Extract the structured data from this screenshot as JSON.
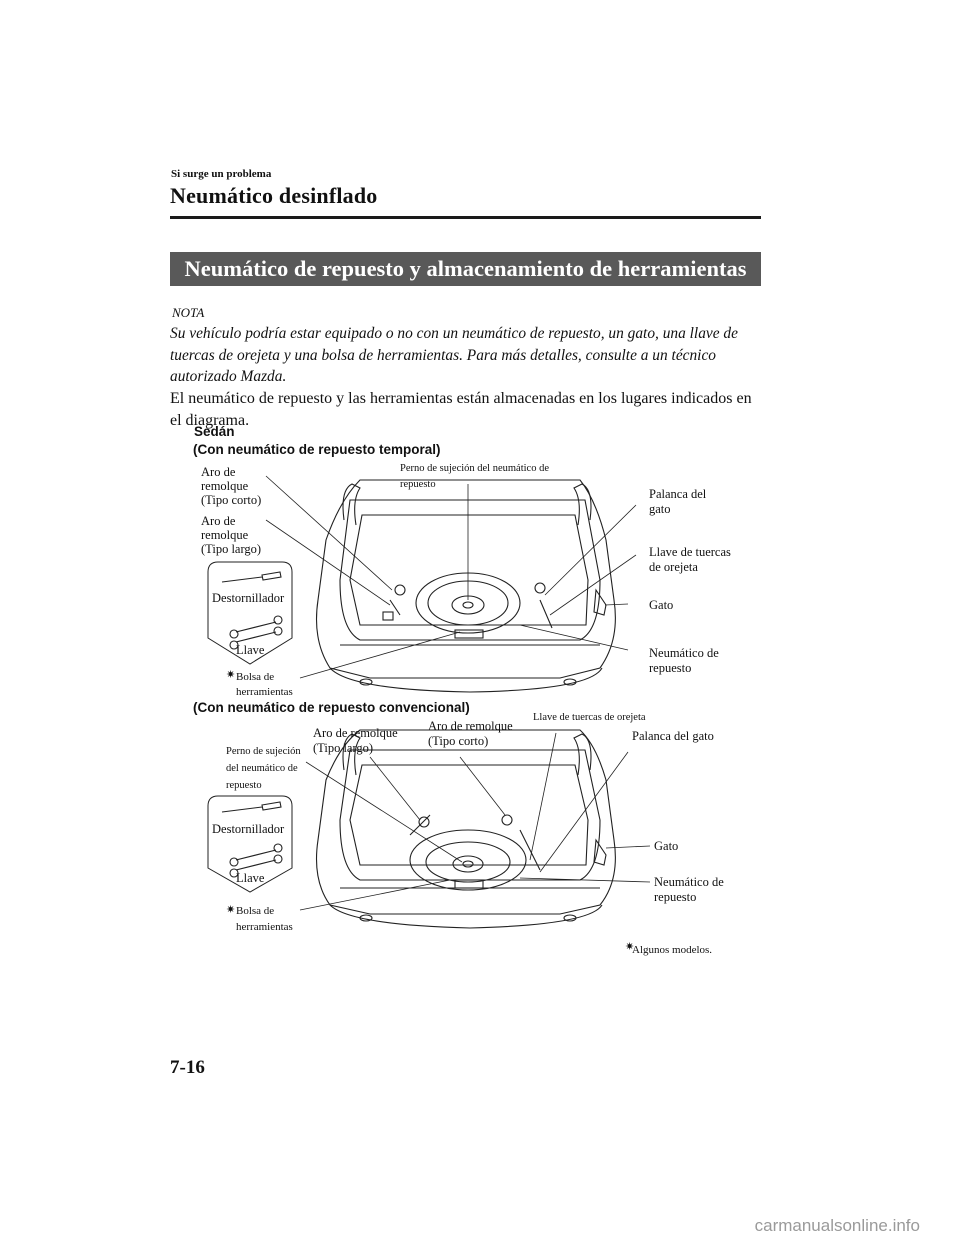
{
  "header": {
    "section": "Si surge un problema",
    "chapter": "Neumático desinflado"
  },
  "banner": "Neumático de repuesto y almacenamiento de herramientas",
  "note": {
    "heading": "NOTA",
    "text": "Su vehículo podría estar equipado o no con un neumático de repuesto, un gato, una llave de tuercas de orejeta y una bolsa de herramientas. Para más detalles, consulte a un técnico autorizado Mazda."
  },
  "body_text": "El neumático de repuesto y las herramientas están almacenadas en los lugares indicados en el diagrama.",
  "diagram1": {
    "body_type": "Sedán",
    "title": "(Con neumático de repuesto temporal)",
    "labels": {
      "tow_short": "Aro de\nremolque\n(Tipo corto)",
      "tow_long": "Aro de\nremolque\n(Tipo largo)",
      "bolt": "Perno de sujeción del neumático de\nrepuesto",
      "jack_lever": "Palanca del\ngato",
      "lug_wrench": "Llave de tuercas\nde orejeta",
      "jack": "Gato",
      "spare": "Neumático de\nrepuesto",
      "screwdriver": "Destornillador",
      "wrench": "Llave",
      "tool_bag": "Bolsa de\nherramientas"
    }
  },
  "diagram2": {
    "title": "(Con neumático de repuesto convencional)",
    "labels": {
      "tow_long": "Aro de remolque\n(Tipo largo)",
      "tow_short": "Aro de remolque\n(Tipo corto)",
      "lug_wrench": "Llave de tuercas de orejeta",
      "jack_lever": "Palanca del gato",
      "bolt": "Perno de sujeción\ndel neumático de\nrepuesto",
      "screwdriver": "Destornillador",
      "wrench": "Llave",
      "jack": "Gato",
      "spare": "Neumático de\nrepuesto",
      "tool_bag": "Bolsa de\nherramientas"
    }
  },
  "footnote": "Algunos modelos.",
  "page_number": "7-16",
  "watermark": "carmanualsonline.info"
}
